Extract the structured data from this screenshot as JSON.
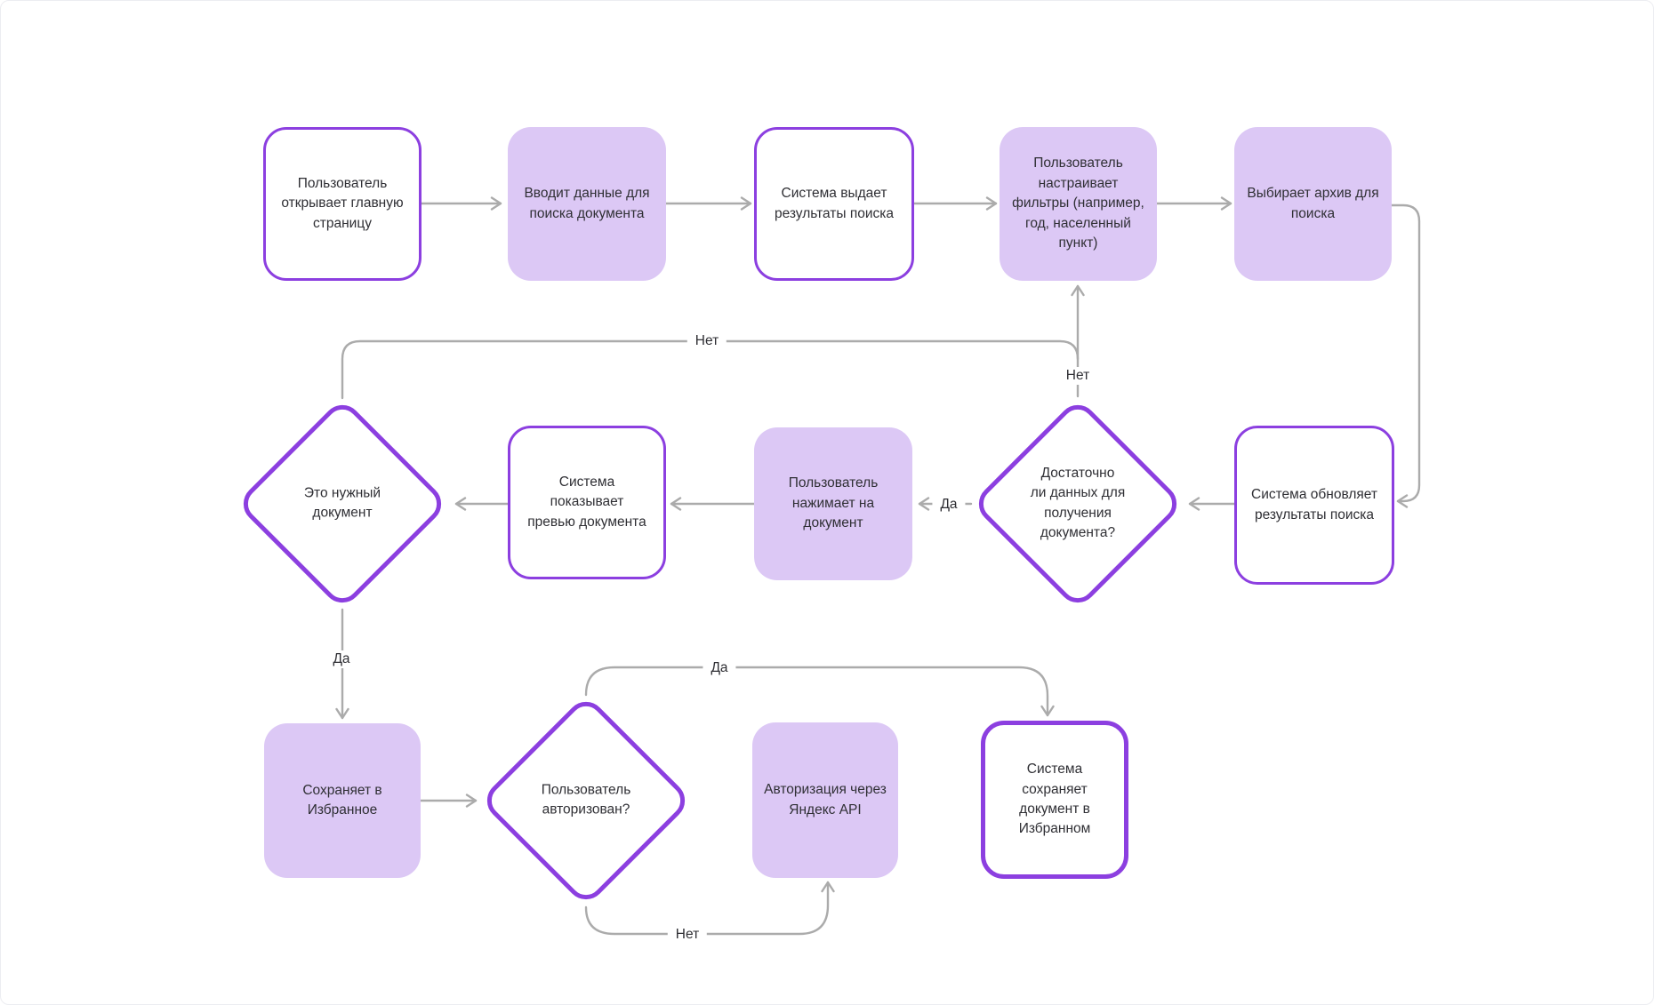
{
  "diagram": {
    "type": "flowchart",
    "language": "ru",
    "colors": {
      "node_fill_lavender": "#dcc8f5",
      "node_outline_purple": "#8c3fe0",
      "connector_gray": "#ababab",
      "text": "#2f2f34",
      "background": "#ffffff"
    },
    "nodes": [
      {
        "id": "open-main-page",
        "shape": "rect-outline",
        "label": "Пользователь\nоткрывает главную\nстраницу"
      },
      {
        "id": "enter-search-data",
        "shape": "rect-filled",
        "label": "Вводит данные для\nпоиска документа"
      },
      {
        "id": "system-shows-results",
        "shape": "rect-outline",
        "label": "Система выдает\nрезультаты поиска"
      },
      {
        "id": "user-sets-filters",
        "shape": "rect-filled",
        "label": "Пользователь\nнастраивает\nфильтры (например,\nгод, населенный\nпункт)"
      },
      {
        "id": "choose-archive",
        "shape": "rect-filled",
        "label": "Выбирает архив для\nпоиска"
      },
      {
        "id": "system-updates-results",
        "shape": "rect-outline",
        "label": "Система обновляет\nрезультаты поиска"
      },
      {
        "id": "enough-data-decision",
        "shape": "diamond",
        "label": "Достаточно\nли данных для\nполучения\nдокумента?"
      },
      {
        "id": "user-clicks-document",
        "shape": "rect-filled",
        "label": "Пользователь\nнажимает на\nдокумент"
      },
      {
        "id": "system-shows-preview",
        "shape": "rect-outline",
        "label": "Система показывает\nпревью документа"
      },
      {
        "id": "is-needed-doc-decision",
        "shape": "diamond",
        "label": "Это нужный\nдокумент"
      },
      {
        "id": "save-to-favorites",
        "shape": "rect-filled",
        "label": "Сохраняет в\nИзбранное"
      },
      {
        "id": "user-authorized-decision",
        "shape": "diamond",
        "label": "Пользователь\nавторизован?"
      },
      {
        "id": "yandex-auth",
        "shape": "rect-filled",
        "label": "Авторизация через\nЯндекс API"
      },
      {
        "id": "system-saves-favorites",
        "shape": "rect-outline",
        "label": "Система сохраняет\nдокумент в\nИзбранном"
      }
    ],
    "edges": [
      {
        "from": "open-main-page",
        "to": "enter-search-data",
        "label": ""
      },
      {
        "from": "enter-search-data",
        "to": "system-shows-results",
        "label": ""
      },
      {
        "from": "system-shows-results",
        "to": "user-sets-filters",
        "label": ""
      },
      {
        "from": "user-sets-filters",
        "to": "choose-archive",
        "label": ""
      },
      {
        "from": "choose-archive",
        "to": "system-updates-results",
        "label": ""
      },
      {
        "from": "system-updates-results",
        "to": "enough-data-decision",
        "label": ""
      },
      {
        "from": "enough-data-decision",
        "to": "user-clicks-document",
        "label": "Да"
      },
      {
        "from": "user-clicks-document",
        "to": "system-shows-preview",
        "label": ""
      },
      {
        "from": "system-shows-preview",
        "to": "is-needed-doc-decision",
        "label": ""
      },
      {
        "from": "enough-data-decision",
        "to": "user-sets-filters",
        "label": "Нет"
      },
      {
        "from": "is-needed-doc-decision",
        "to": "user-sets-filters",
        "label": "Нет"
      },
      {
        "from": "is-needed-doc-decision",
        "to": "save-to-favorites",
        "label": "Да"
      },
      {
        "from": "save-to-favorites",
        "to": "user-authorized-decision",
        "label": ""
      },
      {
        "from": "user-authorized-decision",
        "to": "system-saves-favorites",
        "label": "Да"
      },
      {
        "from": "user-authorized-decision",
        "to": "yandex-auth",
        "label": "Нет"
      }
    ]
  }
}
